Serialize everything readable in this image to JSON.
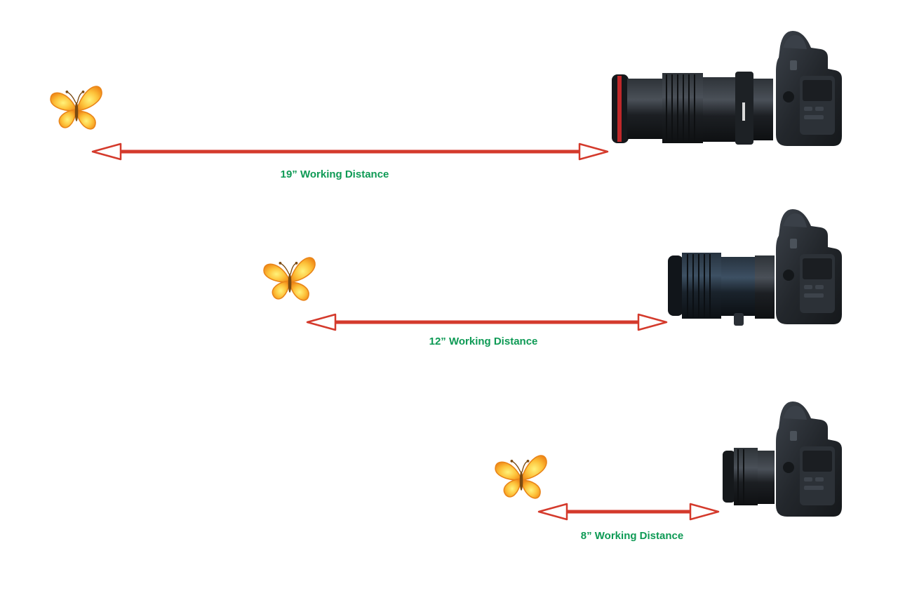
{
  "colors": {
    "arrow": "#d43a2c",
    "label": "#0e9a55",
    "butterfly_outer": "#f7a323",
    "butterfly_inner": "#fdd94a",
    "camera_body": "#202428",
    "camera_highlight": "#3a4048",
    "lens_ring_red": "#c0282a"
  },
  "rows": [
    {
      "label": "19” Working Distance",
      "subject_icon": "butterfly-icon",
      "device_icon": "camera-telephoto-macro-icon"
    },
    {
      "label": "12” Working Distance",
      "subject_icon": "butterfly-icon",
      "device_icon": "camera-standard-macro-icon"
    },
    {
      "label": "8” Working Distance",
      "subject_icon": "butterfly-icon",
      "device_icon": "camera-short-macro-icon"
    }
  ]
}
